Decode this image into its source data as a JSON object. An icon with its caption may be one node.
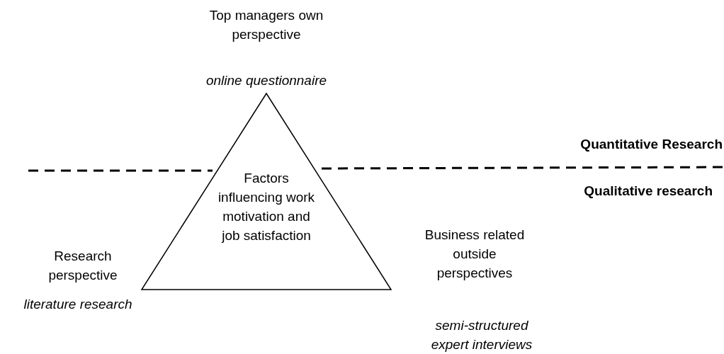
{
  "diagram": {
    "nodes": [
      {
        "text": [
          "Factors influencing work motivation and job satisfaction"
        ]
      }
    ],
    "edges": [],
    "labels": [
      "Top managers own perspective",
      "online questionnaire",
      "Quantitative Research",
      "Qualitative research",
      "Research perspective",
      "Business related outside perspectives",
      "literature research",
      "semi-structured expert interviews"
    ]
  }
}
